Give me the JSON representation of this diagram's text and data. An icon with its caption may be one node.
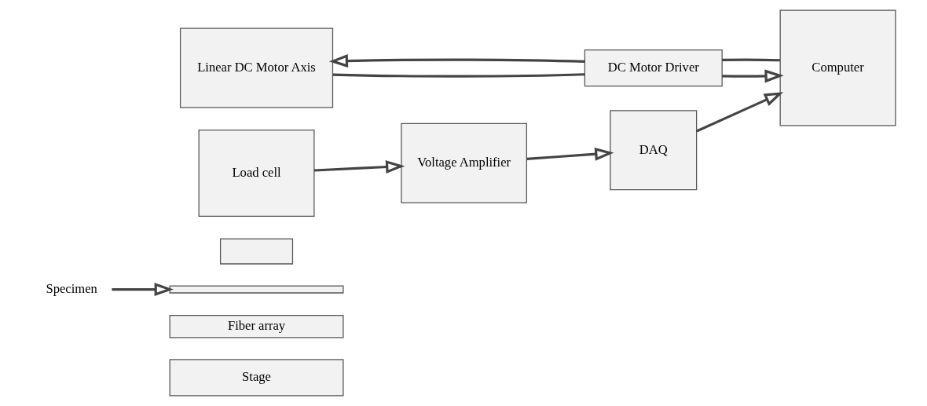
{
  "diagram": {
    "nodes": [
      {
        "text": [
          "Linear DC Motor Axis"
        ]
      },
      {
        "text": [
          "DC Motor Driver"
        ]
      },
      {
        "text": [
          "Computer"
        ]
      },
      {
        "text": [
          "Load cell"
        ]
      },
      {
        "text": [
          "Voltage Amplifier"
        ]
      },
      {
        "text": [
          "DAQ"
        ]
      },
      {
        "text": [],
        "shape": "box"
      },
      {
        "text": [],
        "shape": "bar"
      },
      {
        "text": [
          "Specimen"
        ]
      },
      {
        "text": [
          "Fiber array"
        ]
      },
      {
        "text": [
          "Stage"
        ]
      }
    ],
    "edges": [
      {
        "from": 0,
        "to": 1,
        "arrow": "none"
      },
      {
        "from": 1,
        "to": 2,
        "arrow": "to"
      },
      {
        "from": 2,
        "to": 1,
        "arrow": "none"
      },
      {
        "from": 1,
        "to": 0,
        "arrow": "to"
      },
      {
        "from": 3,
        "to": 4,
        "arrow": "to"
      },
      {
        "from": 4,
        "to": 5,
        "arrow": "to"
      },
      {
        "from": 5,
        "to": 2,
        "arrow": "to"
      },
      {
        "from": 8,
        "to": 7,
        "arrow": "to"
      }
    ]
  }
}
